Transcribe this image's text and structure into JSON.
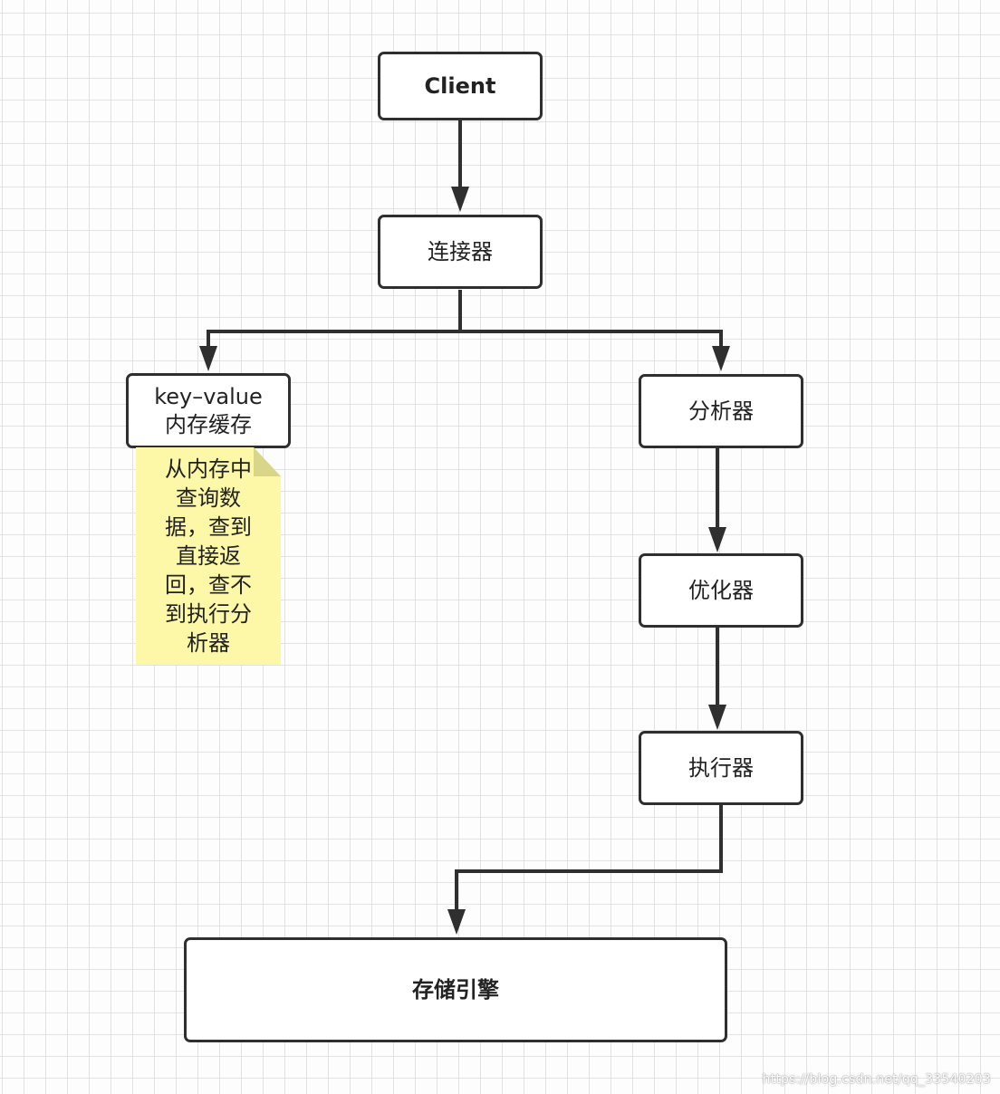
{
  "nodes": {
    "client": "Client",
    "connector": "连接器",
    "cache": [
      "key–value",
      "内存缓存"
    ],
    "analyzer": "分析器",
    "optimizer": "优化器",
    "executor": "执行器",
    "storage_engine": "存储引擎"
  },
  "note": {
    "lines": [
      "从内存中",
      "查询数",
      "据，查到",
      "直接返",
      "回，查不",
      "到执行分",
      "析器"
    ]
  },
  "colors": {
    "stroke": "#2f2f2f",
    "note_fill": "#fdf8a8",
    "note_fold": "#d9d68a",
    "grid": "#e2e2e2"
  },
  "watermark": "https://blog.csdn.net/qq_33540203"
}
